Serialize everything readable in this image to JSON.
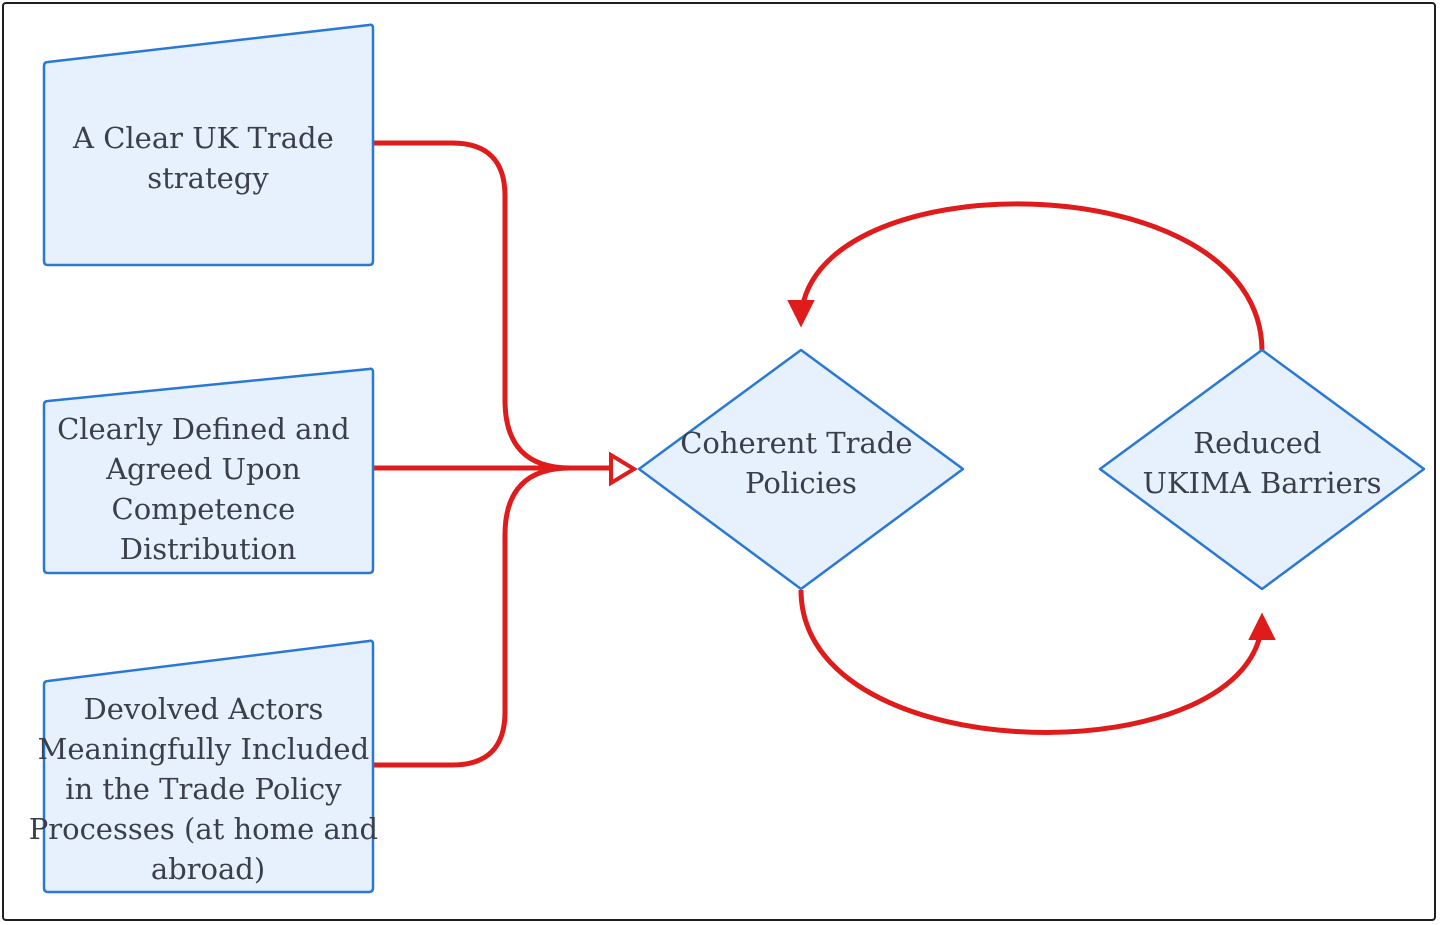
{
  "colors": {
    "node_fill": "#e6f1fd",
    "node_stroke": "#2a78d6",
    "edge": "#e01b1b",
    "text": "#3a3f4a",
    "frame": "#1f1f1f"
  },
  "nodes": {
    "uk_trade_strategy": {
      "lines": [
        "A Clear UK Trade",
        "strategy"
      ]
    },
    "competence_distribution": {
      "lines": [
        "Clearly Defined and",
        "Agreed Upon",
        "Competence",
        "Distribution"
      ]
    },
    "devolved_actors": {
      "lines": [
        "Devolved Actors",
        "Meaningfully Included",
        "in the Trade Policy",
        "Processes (at home and",
        "abroad)"
      ]
    },
    "coherent_trade_policies": {
      "lines": [
        "Coherent Trade",
        "Policies"
      ]
    },
    "reduced_ukima_barriers": {
      "lines": [
        "Reduced",
        "UKIMA Barriers"
      ]
    }
  },
  "edges": [
    {
      "from": "uk_trade_strategy",
      "to": "coherent_trade_policies"
    },
    {
      "from": "competence_distribution",
      "to": "coherent_trade_policies"
    },
    {
      "from": "devolved_actors",
      "to": "coherent_trade_policies"
    },
    {
      "from": "coherent_trade_policies",
      "to": "reduced_ukima_barriers"
    },
    {
      "from": "reduced_ukima_barriers",
      "to": "coherent_trade_policies"
    }
  ]
}
